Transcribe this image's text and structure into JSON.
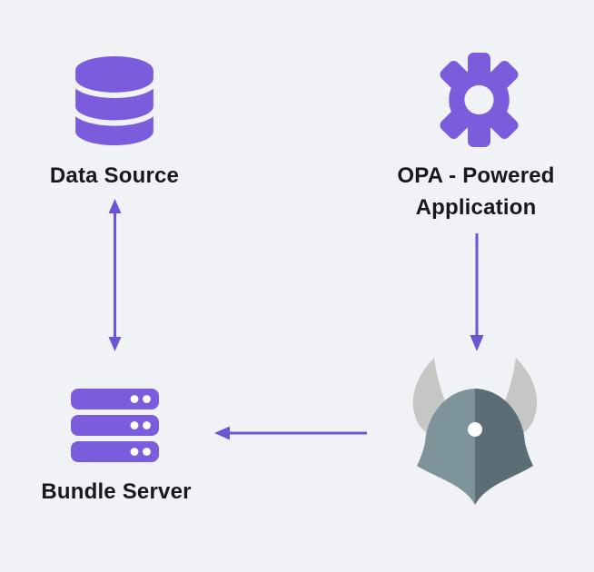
{
  "colors": {
    "background": "#f1f2f6",
    "accent": "#7a5cdc",
    "arrow": "#6d55d8",
    "text": "#16181d",
    "helmet_left": "#7d949b",
    "helmet_right": "#5b6e76",
    "horn": "#c5c7c5",
    "helmet_dot": "#ffffff"
  },
  "nodes": {
    "data_source": {
      "label": "Data Source",
      "icon": "database-icon"
    },
    "opa_application": {
      "label_line1": "OPA - Powered",
      "label_line2": "Application",
      "icon": "gear-icon"
    },
    "bundle_server": {
      "label": "Bundle Server",
      "icon": "server-icon"
    },
    "opa_agent": {
      "icon": "opa-helmet-logo"
    }
  },
  "arrows": [
    {
      "name": "data-source-bundle-server-arrow",
      "direction": "bidirectional-vertical"
    },
    {
      "name": "application-to-opa-arrow",
      "direction": "down"
    },
    {
      "name": "opa-to-bundle-server-arrow",
      "direction": "left"
    }
  ]
}
